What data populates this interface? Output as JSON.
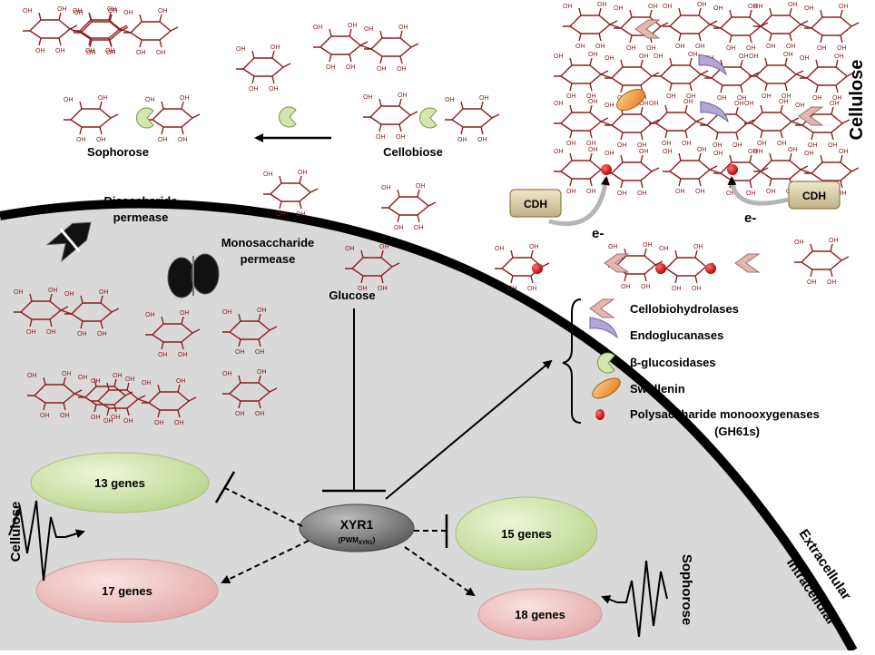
{
  "labels": {
    "sophorose_top": "Sophorose",
    "cellobiose": "Cellobiose",
    "cellulose_top": "Cellulose",
    "disaccharide_permease_1": "Disaccharide",
    "disaccharide_permease_2": "permease",
    "monosaccharide_permease_1": "Monosaccharide",
    "monosaccharide_permease_2": "permease",
    "glucose": "Glucose",
    "cdh": "CDH",
    "electron": "e-",
    "extracellular": "Extracellular",
    "intracellular": "Intracellular",
    "cellulose_left": "Cellulose",
    "sophorose_right": "Sophorose",
    "xyr1": "XYR1",
    "pwm_prefix": "(PWM",
    "pwm_sub": "XYR1",
    "pwm_suffix": ")"
  },
  "genes": {
    "g13": "13 genes",
    "g17": "17 genes",
    "g15": "15 genes",
    "g18": "18 genes"
  },
  "legend": [
    {
      "label": "Cellobiohydrolases",
      "icon": "cellobiohydrolase-icon"
    },
    {
      "label": "Endoglucanases",
      "icon": "endoglucanase-icon"
    },
    {
      "label": "β-glucosidases",
      "icon": "beta-glucosidase-icon"
    },
    {
      "label": "Swollenin",
      "icon": "swollenin-icon"
    },
    {
      "label": "Polysaccharide monooxygenases",
      "label2": "(GH61s)",
      "icon": "monooxygenase-icon"
    }
  ],
  "colors": {
    "cell_fill": "#d9d9d9",
    "membrane": "#000000",
    "green_ellipse": "#d6e8b0",
    "pink_ellipse": "#f2c4c4",
    "xyr1": "#8c8c8c",
    "sugar": "#8b1e1e",
    "cbh": "#e2b7b0",
    "egl": "#b3a6d6",
    "bgl": "#d4e6ae",
    "swollenin": "#f0a050",
    "pmo": "#e00000",
    "cdh": "#ddd3a8"
  }
}
